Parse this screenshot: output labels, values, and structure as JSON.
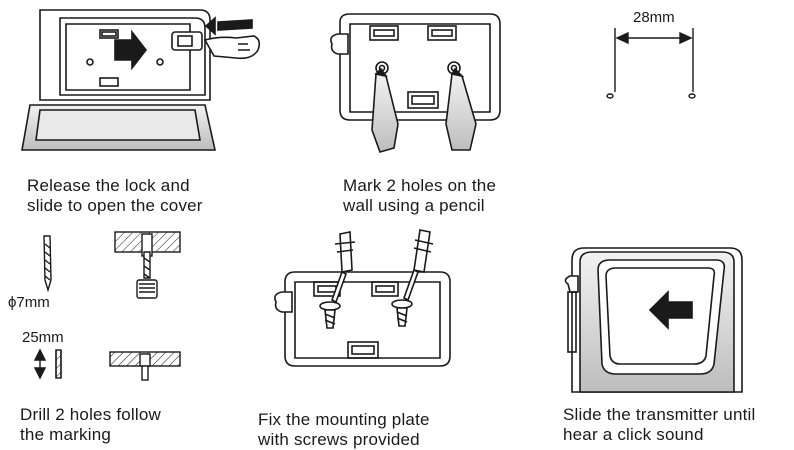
{
  "steps": [
    {
      "line1": "Release the lock and",
      "line2": "slide to open the cover"
    },
    {
      "line1": "Mark 2 holes on the",
      "line2": "wall using a pencil"
    },
    {
      "line1": "Drill 2 holes follow",
      "line2": "the marking"
    },
    {
      "line1": "Fix the mounting plate",
      "line2": "with screws provided"
    },
    {
      "line1": "Slide the transmitter until",
      "line2": "hear a click sound"
    }
  ],
  "dimensions": {
    "hole_spacing": "28mm",
    "drill_diameter": "ϕ7mm",
    "drill_depth": "25mm"
  },
  "colors": {
    "line": "#1a1a1a",
    "fill_light": "#ffffff",
    "shade": "#cfcfcf"
  }
}
